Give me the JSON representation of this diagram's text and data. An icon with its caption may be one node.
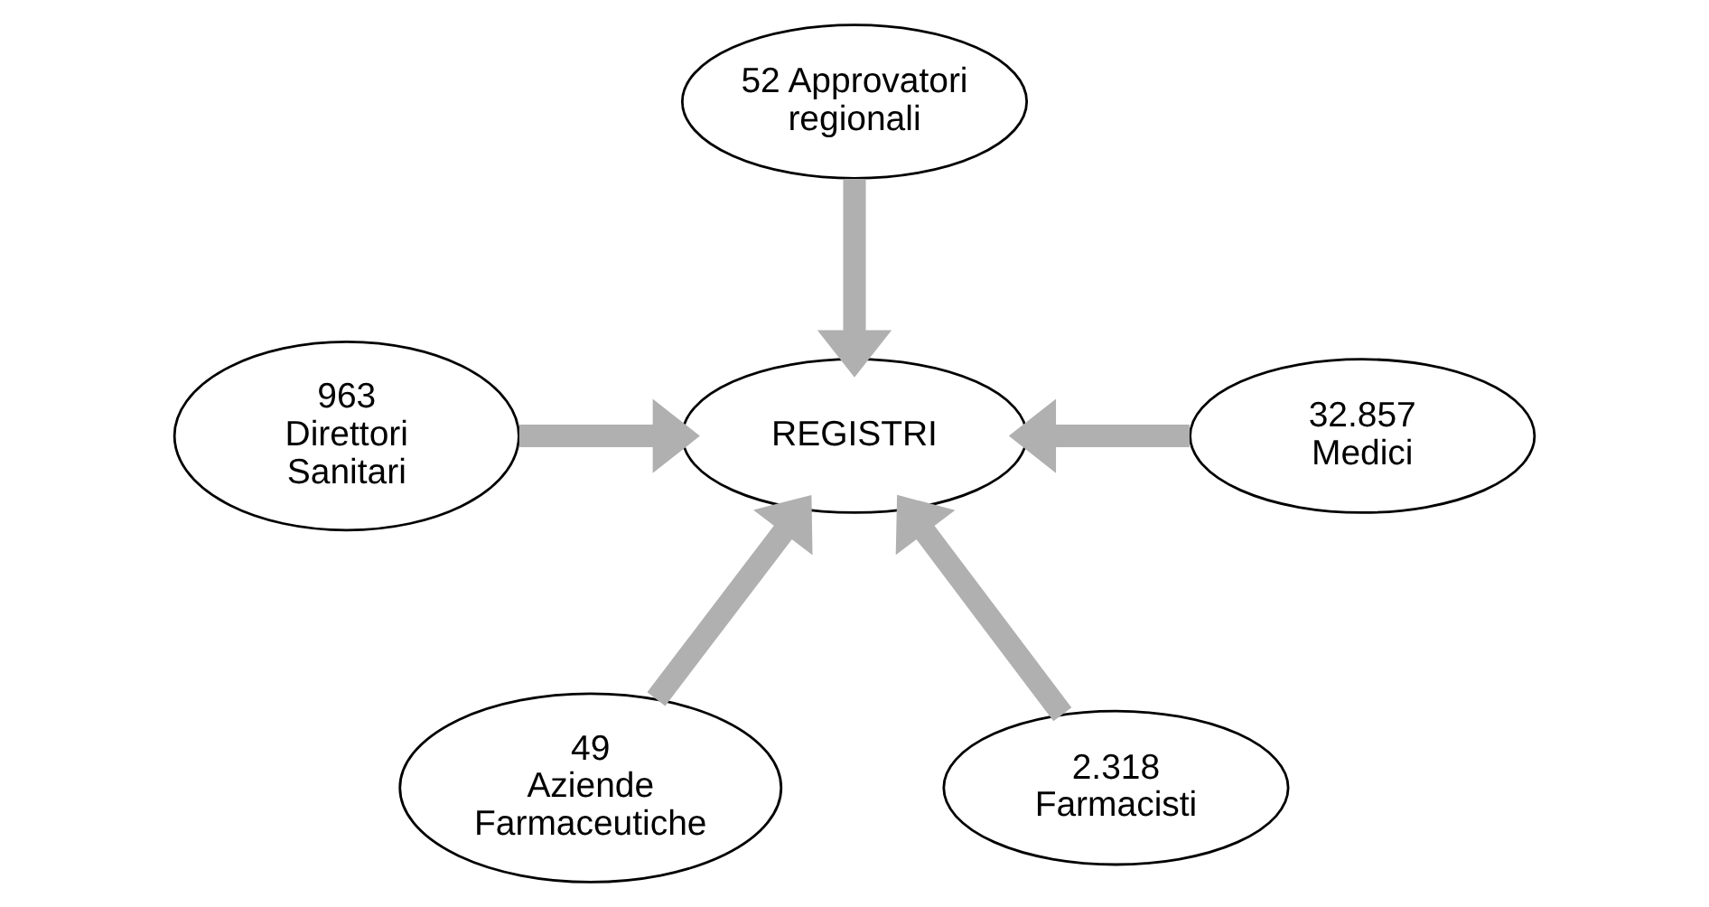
{
  "diagram": {
    "nodes": [
      {
        "text": [
          "52 Approvatori regionali"
        ]
      },
      {
        "text": [
          "963 Direttori Sanitari"
        ]
      },
      {
        "text": [
          "REGISTRI"
        ]
      },
      {
        "text": [
          "32.857 Medici"
        ]
      },
      {
        "text": [
          "49 Aziende Farmaceutiche"
        ]
      },
      {
        "text": [
          "2.318 Farmacisti"
        ]
      }
    ],
    "edges": [
      {
        "from": 0,
        "to": 2,
        "arrow": "to"
      },
      {
        "from": 1,
        "to": 2,
        "arrow": "to"
      },
      {
        "from": 3,
        "to": 2,
        "arrow": "to"
      },
      {
        "from": 4,
        "to": 2,
        "arrow": "to"
      },
      {
        "from": 5,
        "to": 2,
        "arrow": "to"
      }
    ]
  }
}
